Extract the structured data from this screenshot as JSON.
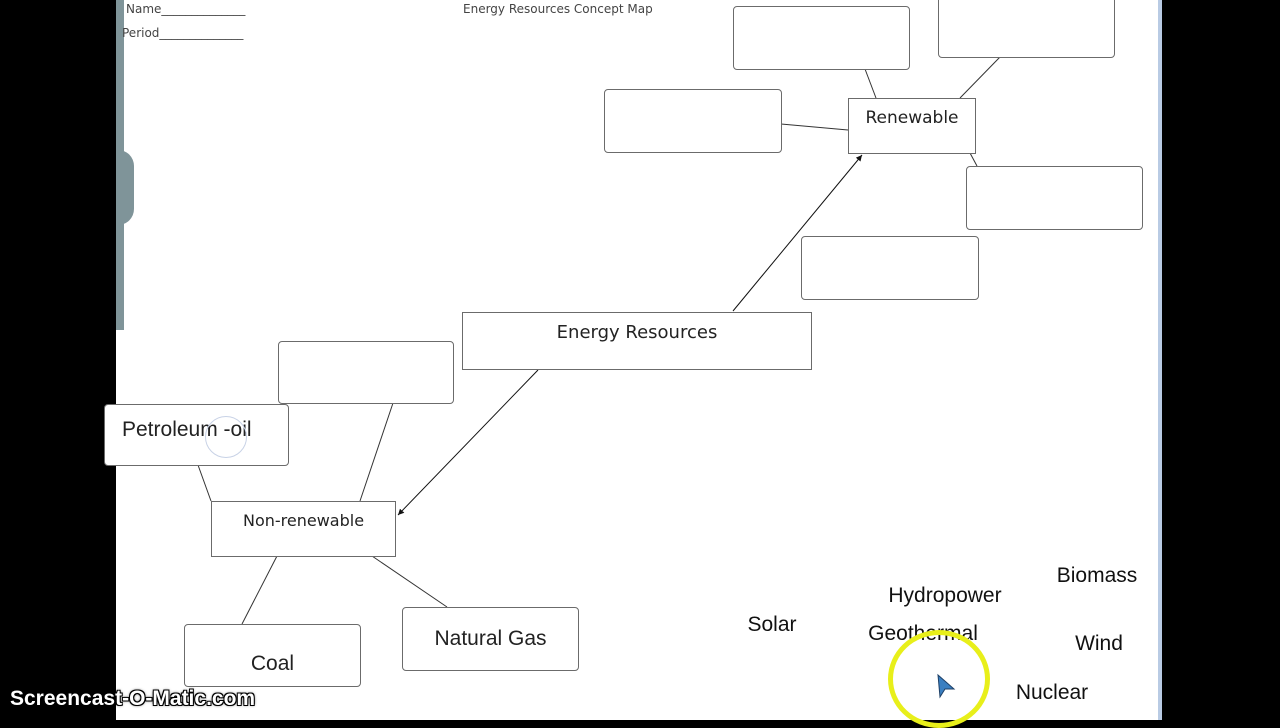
{
  "header": {
    "name_label": "Name______________",
    "period_label": "Period______________",
    "title": "Energy Resources Concept Map"
  },
  "concept_map": {
    "root": "Energy Resources",
    "renewable": "Renewable",
    "nonrenewable": "Non-renewable",
    "nonrenewable_children": [
      "Petroleum -oil",
      "Coal",
      "Natural Gas"
    ]
  },
  "word_bank": [
    "Solar",
    "Hydropower",
    "Biomass",
    "Geothermal",
    "Wind",
    "Nuclear"
  ],
  "watermark": "Screencast-O-Matic.com",
  "colors": {
    "cursor_highlight": "#e8ef1a",
    "cursor": "#3a7fc1"
  }
}
